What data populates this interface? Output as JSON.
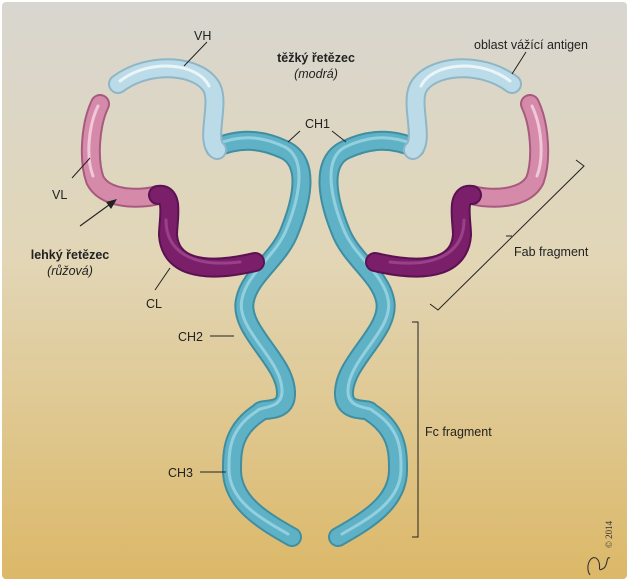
{
  "labels": {
    "vh": "VH",
    "heavy_chain": "těžký řetězec",
    "heavy_chain_note": "(modrá)",
    "antigen_binding": "oblast vážící antigen",
    "ch1": "CH1",
    "vl": "VL",
    "light_chain": "lehký řetězec",
    "light_chain_note": "(růžová)",
    "cl": "CL",
    "fab": "Fab fragment",
    "ch2": "CH2",
    "fc": "Fc fragment",
    "ch3": "CH3",
    "copyright": "© 2014"
  },
  "colors": {
    "background_top": "#d8d6d0",
    "background_bottom": "#dcb868",
    "heavy_constant": "#5fb1c6",
    "heavy_variable": "#b9dbe8",
    "light_variable": "#cf7fa0",
    "light_constant": "#7b1f6a"
  }
}
